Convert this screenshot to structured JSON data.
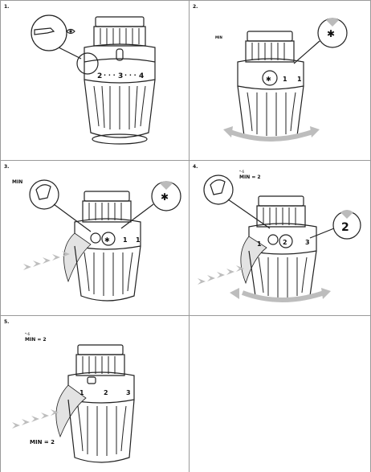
{
  "panels": [
    {
      "step": "1.",
      "dial_numbers": [
        "2",
        "3",
        "4"
      ]
    },
    {
      "step": "2.",
      "min_label": "MIN",
      "dial_numbers": [
        "1",
        "1"
      ],
      "callout_symbol": "✱"
    },
    {
      "step": "3.",
      "min_label": "MIN",
      "dial_numbers": [
        "1",
        "1"
      ],
      "callout_symbol": "✱"
    },
    {
      "step": "4.",
      "min_label": "MIN = 2",
      "sub_label": "*-6",
      "dial_numbers": [
        "1",
        "2",
        "3"
      ],
      "callout_value": "2"
    },
    {
      "step": "5.",
      "min_label": "MIN = 2",
      "sub_label": "*-6",
      "dial_numbers": [
        "1",
        "2",
        "3"
      ],
      "bottom_label": "MIN = 2"
    }
  ],
  "colors": {
    "border": "#9a9a9a",
    "ink": "#222222",
    "shade": "#d9d9d9",
    "arrow": "#bdbdbd"
  }
}
